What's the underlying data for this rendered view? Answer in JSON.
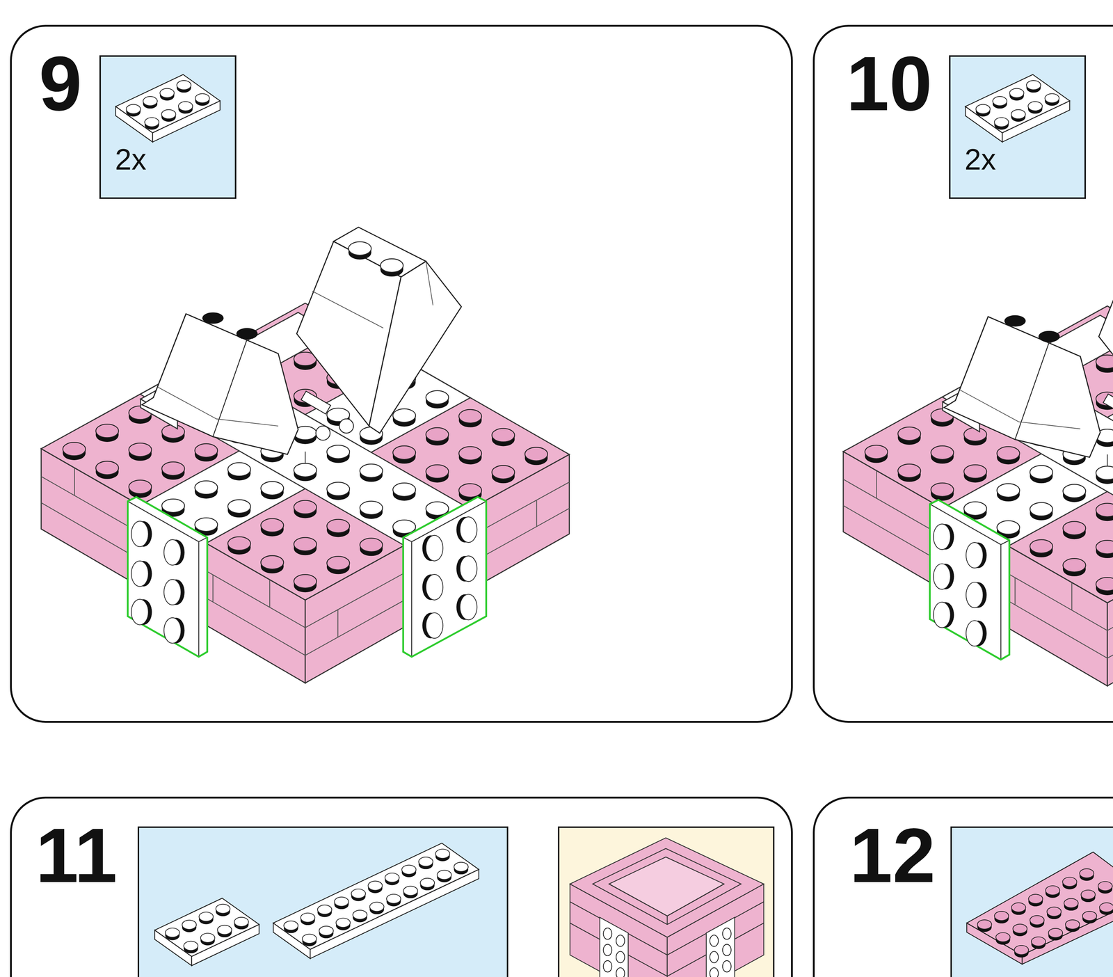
{
  "diagram": {
    "nodes": [
      {
        "text": [
          "9"
        ]
      },
      {
        "text": [
          "2x"
        ],
        "in": 0
      },
      {
        "text": [
          "10"
        ]
      },
      {
        "text": [
          "2x"
        ],
        "in": 2
      },
      {
        "text": [
          "11"
        ]
      },
      {
        "text": [
          "12"
        ]
      }
    ]
  }
}
